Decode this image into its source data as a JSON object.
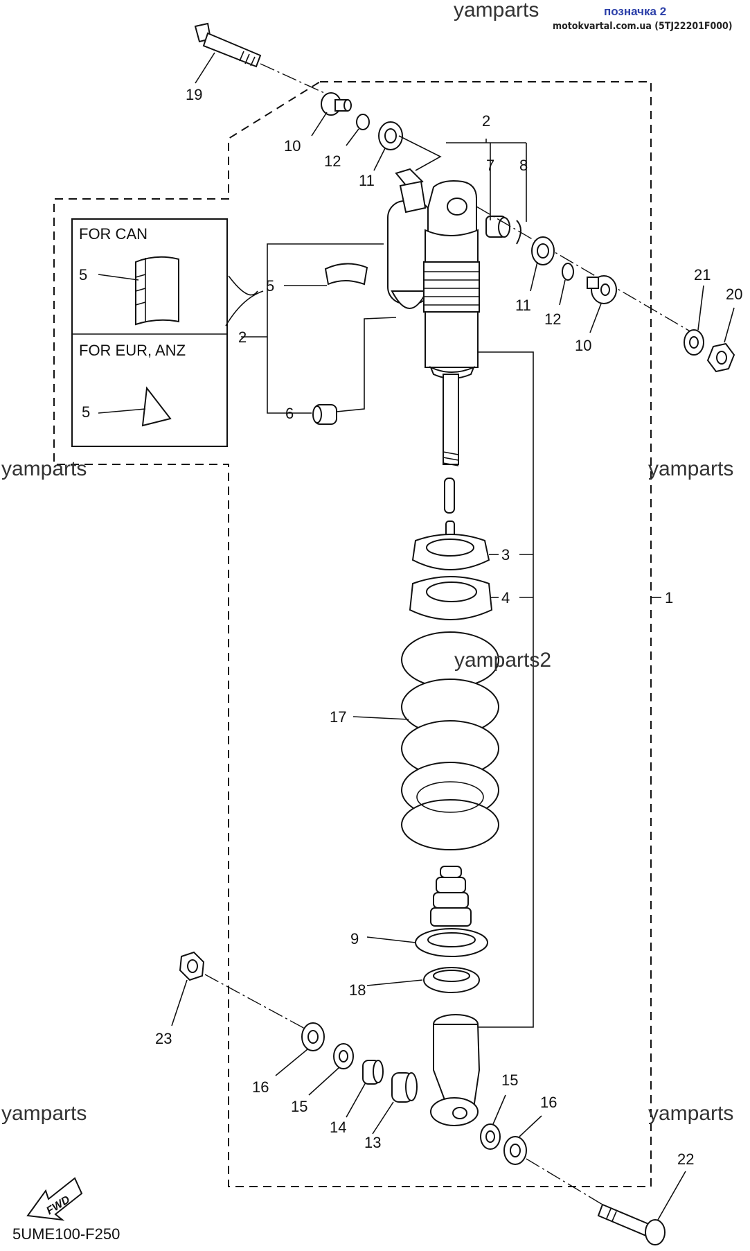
{
  "header": {
    "watermark": "yamparts",
    "link": "позначка 2",
    "site": "motokvartal.com.ua (5TJ22201F000)"
  },
  "watermarks": [
    "yamparts",
    "yamparts",
    "yamparts",
    "yamparts2",
    "yamparts",
    "yamparts"
  ],
  "insets": {
    "can": "FOR CAN",
    "eur": "FOR EUR, ANZ"
  },
  "callouts": {
    "n19": "19",
    "n10a": "10",
    "n12a": "12",
    "n11a": "11",
    "n2top": "2",
    "n7": "7",
    "n8": "8",
    "n11b": "11",
    "n12b": "12",
    "n10b": "10",
    "n21": "21",
    "n20": "20",
    "n5can": "5",
    "n5eur": "5",
    "n5mid": "5",
    "n2mid": "2",
    "n6": "6",
    "n3": "3",
    "n4": "4",
    "n1": "1",
    "n17": "17",
    "n9": "9",
    "n18": "18",
    "n23": "23",
    "n16a": "16",
    "n15a": "15",
    "n14": "14",
    "n13": "13",
    "n15b": "15",
    "n16b": "16",
    "n22": "22"
  },
  "badge": "FWD",
  "diagram_code": "5UME100-F250"
}
